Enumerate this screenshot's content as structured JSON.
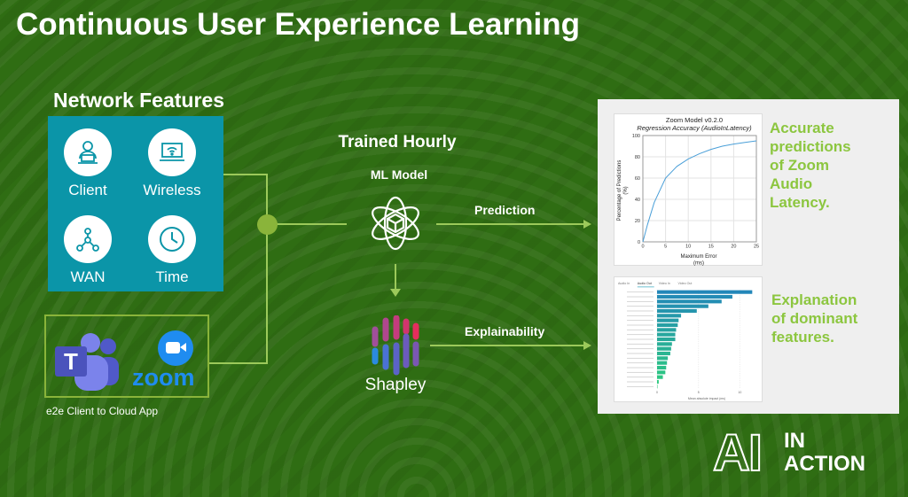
{
  "title": "Continuous User Experience Learning",
  "network_features": {
    "heading": "Network Features",
    "items": [
      {
        "label": "Client",
        "icon": "user-laptop-icon"
      },
      {
        "label": "Wireless",
        "icon": "wifi-laptop-icon"
      },
      {
        "label": "WAN",
        "icon": "network-nodes-icon"
      },
      {
        "label": "Time",
        "icon": "clock-icon"
      }
    ]
  },
  "apps": {
    "caption": "e2e Client to Cloud App",
    "zoom_logo_text": "zoom",
    "teams_logo_letter": "T"
  },
  "model": {
    "trained": "Trained Hourly",
    "label": "ML Model"
  },
  "flows": {
    "prediction": "Prediction",
    "explainability": "Explainability"
  },
  "shapley": {
    "label": "Shapley"
  },
  "outputs": {
    "accuracy_text": "Accurate predictions of Zoom Audio Latency.",
    "explanation_text": "Explanation of dominant features."
  },
  "logo": {
    "line1": "AI",
    "line2": "IN",
    "line3": "ACTION"
  },
  "colors": {
    "teal": "#0b95a8",
    "accent": "#8cc63f",
    "background": "#2f6d13"
  },
  "chart_data": [
    {
      "type": "line",
      "title": "Zoom Model v0.2.0",
      "subtitle": "Regression Accuracy (AudioInLatency)",
      "xlabel": "Maximum Error",
      "xlabel2": "(ms)",
      "ylabel": "Percentage of Predictions",
      "ylabel2": "(%)",
      "xlim": [
        0,
        25
      ],
      "ylim": [
        0,
        100
      ],
      "xticks": [
        "0",
        "5",
        "10",
        "15",
        "20",
        "25"
      ],
      "yticks": [
        "0",
        "20",
        "40",
        "60",
        "80",
        "100"
      ],
      "x": [
        0,
        1,
        2.5,
        5,
        7.5,
        10,
        12.5,
        15,
        17.5,
        20,
        22.5,
        25
      ],
      "y": [
        0,
        16,
        37,
        60,
        71,
        78,
        83,
        87,
        90,
        92,
        93.5,
        95
      ]
    },
    {
      "type": "bar",
      "orientation": "horizontal",
      "tabs": [
        "Audio In",
        "Audio Out",
        "Video In",
        "Video Out"
      ],
      "active_tab": 1,
      "xlabel": "Mean absolute impact (ms)",
      "xticks": [
        "0",
        "5",
        "10"
      ],
      "xlim": [
        0,
        12
      ],
      "values": [
        11.5,
        9.1,
        7.8,
        6.2,
        4.8,
        2.9,
        2.6,
        2.5,
        2.3,
        2.2,
        2.2,
        1.8,
        1.7,
        1.6,
        1.3,
        1.2,
        1.1,
        1.0,
        0.7,
        0.2,
        0.05
      ]
    }
  ]
}
